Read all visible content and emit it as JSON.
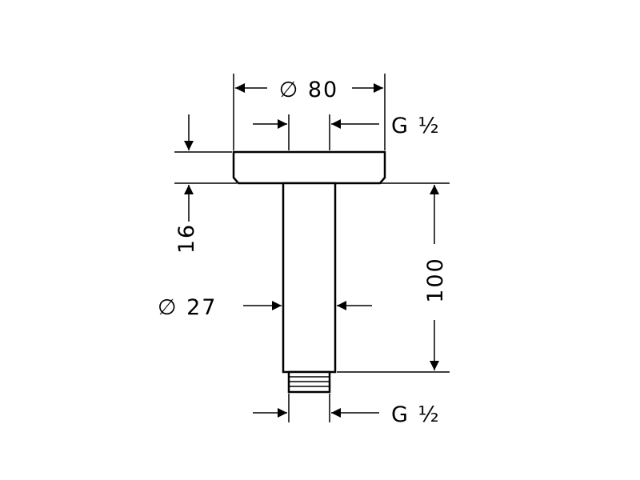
{
  "drawing": {
    "labels": {
      "flange_diameter": "∅ 80",
      "top_thread": "G ½",
      "flange_height": "16",
      "pipe_length": "100",
      "pipe_diameter": "∅ 27",
      "bottom_thread": "G ½"
    },
    "colors": {
      "line": "#000000",
      "background": "#ffffff"
    }
  }
}
